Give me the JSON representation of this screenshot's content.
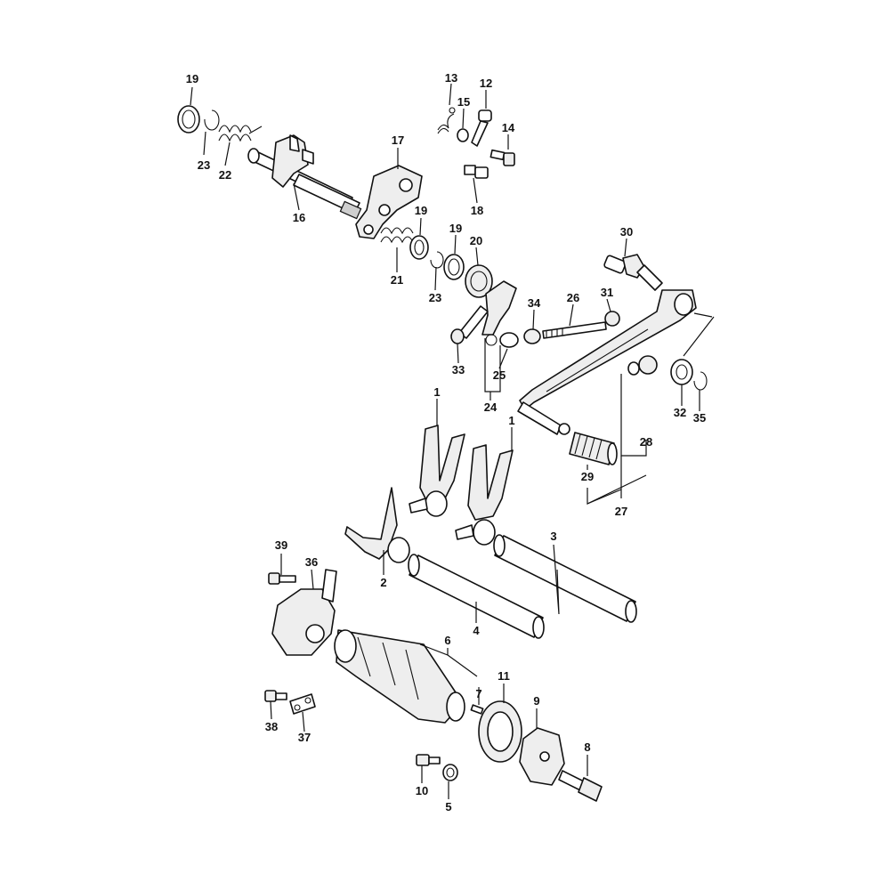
{
  "callouts": {
    "c1a": "1",
    "c1b": "1",
    "c2": "2",
    "c3": "3",
    "c4": "4",
    "c5": "5",
    "c6": "6",
    "c7": "7",
    "c8": "8",
    "c9": "9",
    "c10": "10",
    "c11": "11",
    "c12": "12",
    "c13": "13",
    "c14": "14",
    "c15": "15",
    "c16": "16",
    "c17": "17",
    "c18": "18",
    "c19a": "19",
    "c19b": "19",
    "c19c": "19",
    "c20": "20",
    "c21": "21",
    "c22": "22",
    "c23a": "23",
    "c23b": "23",
    "c24": "24",
    "c25": "25",
    "c26": "26",
    "c27": "27",
    "c28": "28",
    "c29": "29",
    "c30": "30",
    "c31": "31",
    "c32": "32",
    "c33": "33",
    "c34": "34",
    "c35": "35",
    "c36": "36",
    "c37": "37",
    "c38": "38",
    "c39": "39"
  }
}
